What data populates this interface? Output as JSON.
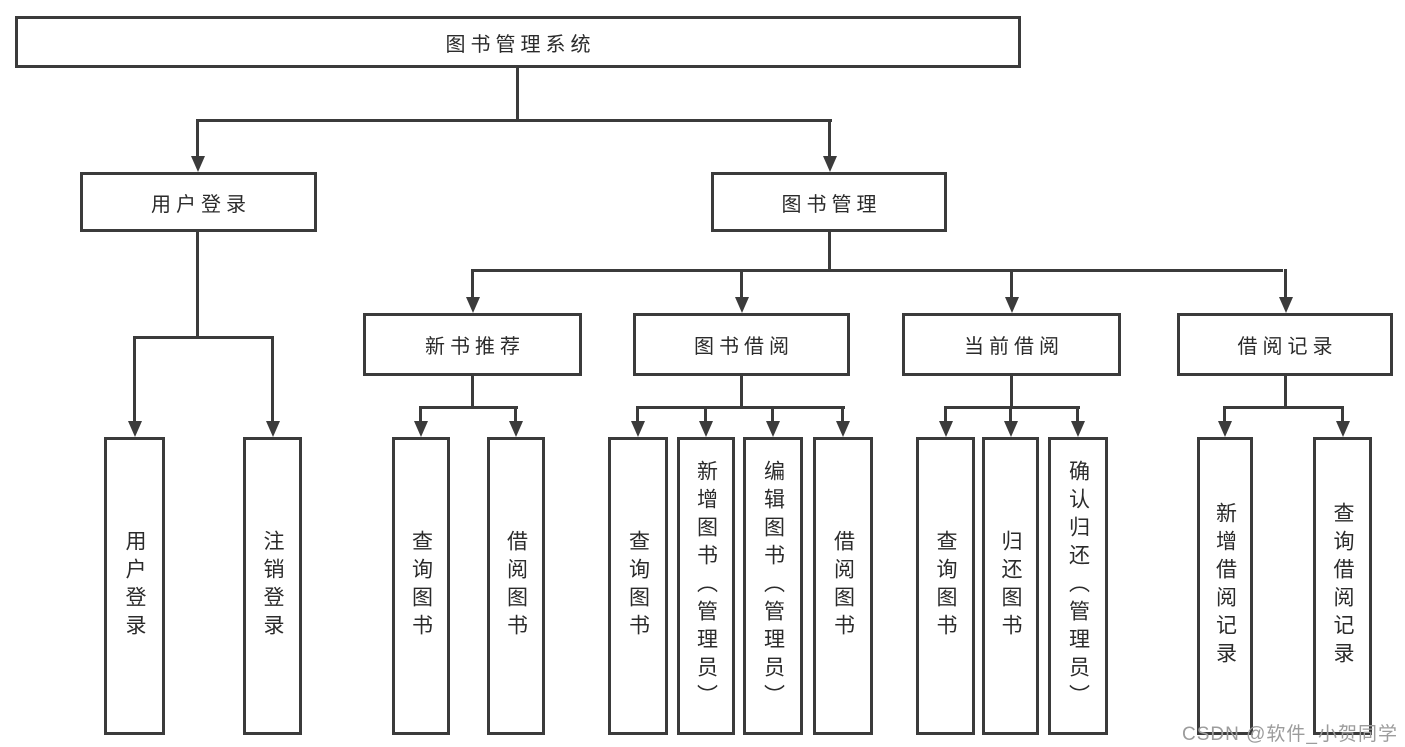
{
  "colors": {
    "line": "#3b3b3b",
    "text": "#2b2b2b",
    "box_background": "#ffffff",
    "page_background": "#ffffff",
    "watermark": "#9c9c9c"
  },
  "root": {
    "label": "图书管理系统"
  },
  "login": {
    "label": "用户登录",
    "children": [
      {
        "label": "用户登录"
      },
      {
        "label": "注销登录"
      }
    ]
  },
  "manage": {
    "label": "图书管理",
    "branches": [
      {
        "label": "新书推荐",
        "children": [
          {
            "label": "查询图书"
          },
          {
            "label": "借阅图书"
          }
        ]
      },
      {
        "label": "图书借阅",
        "children": [
          {
            "label": "查询图书"
          },
          {
            "label": "新增图书（管理员）"
          },
          {
            "label": "编辑图书（管理员）"
          },
          {
            "label": "借阅图书"
          }
        ]
      },
      {
        "label": "当前借阅",
        "children": [
          {
            "label": "查询图书"
          },
          {
            "label": "归还图书"
          },
          {
            "label": "确认归还（管理员）"
          }
        ]
      },
      {
        "label": "借阅记录",
        "children": [
          {
            "label": "新增借阅记录"
          },
          {
            "label": "查询借阅记录"
          }
        ]
      }
    ]
  },
  "watermark": {
    "text": "CSDN @软件_小贺同学"
  }
}
